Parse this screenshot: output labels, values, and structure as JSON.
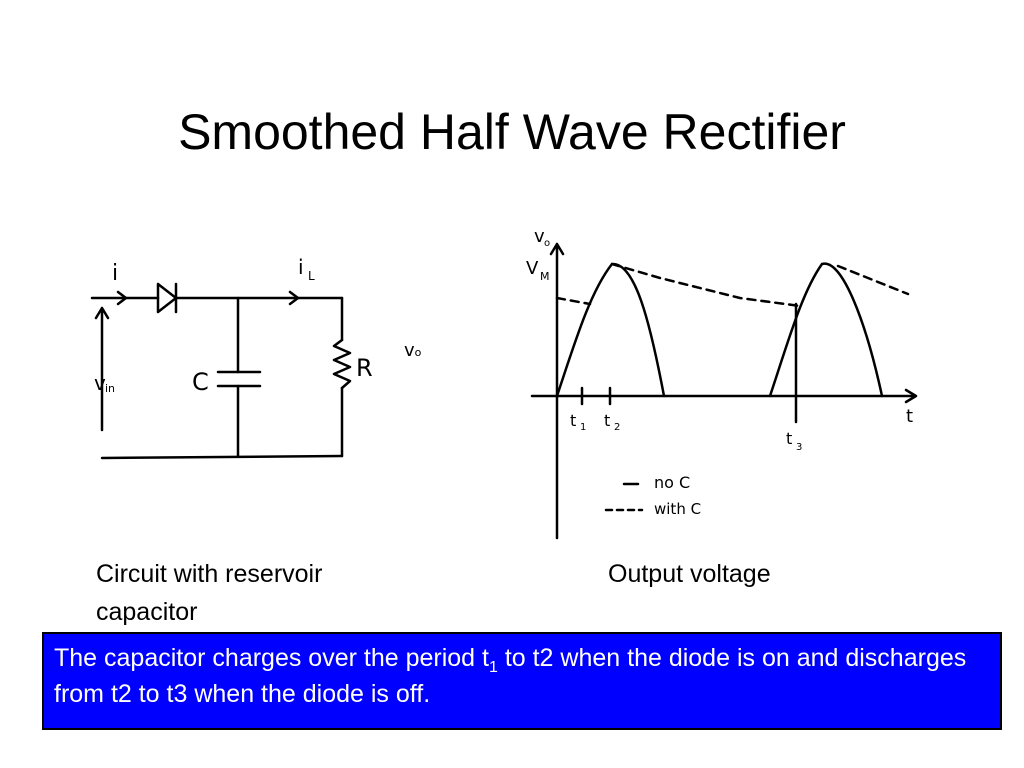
{
  "slide": {
    "title": "Smoothed Half Wave Rectifier"
  },
  "circuit": {
    "labels": {
      "input_current": "i",
      "load_current_main": "i",
      "load_current_sub": "L",
      "input_voltage_main": "v",
      "input_voltage_sub": "in",
      "capacitor": "C",
      "resistor": "R",
      "output_voltage_main": "v",
      "output_voltage_sub": "o"
    },
    "caption": "Circuit with reservoir capacitor"
  },
  "graph": {
    "y_axis_main": "v",
    "y_axis_sub": "o",
    "peak_main": "V",
    "peak_sub": "M",
    "x_axis": "t",
    "t1_main": "t",
    "t1_sub": "1",
    "t2_main": "t",
    "t2_sub": "2",
    "t3_main": "t",
    "t3_sub": "3",
    "legend": [
      {
        "style": "solid",
        "label": "no C"
      },
      {
        "style": "dashed",
        "label": "with C"
      }
    ],
    "caption": "Output voltage"
  },
  "note": {
    "part1": "The capacitor charges over the period t",
    "sub": "1",
    "part2": " to t2 when the diode is on and discharges from t2 to t3 when the diode is off."
  }
}
